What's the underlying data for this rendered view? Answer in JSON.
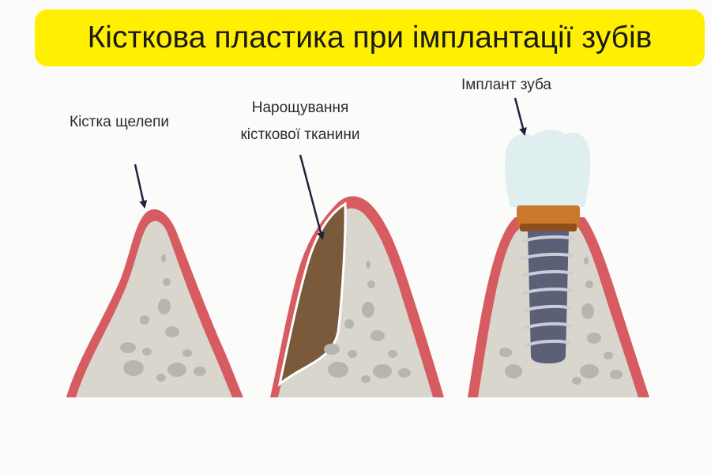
{
  "title": "Кісткова пластика при імплантації зубів",
  "labels": {
    "jaw_bone": "Кістка щелепи",
    "graft_line1": "Нарощування",
    "graft_line2": "кісткової тканини",
    "implant": "Імплант зуба"
  },
  "colors": {
    "title_background": "#ffef00",
    "bone": "#d8d6cd",
    "gum": "#d65c62",
    "graft": "#7a5a3a",
    "implant_screw": "#5b6077",
    "abutment": "#c9782e",
    "crown": "#dfeeee"
  }
}
